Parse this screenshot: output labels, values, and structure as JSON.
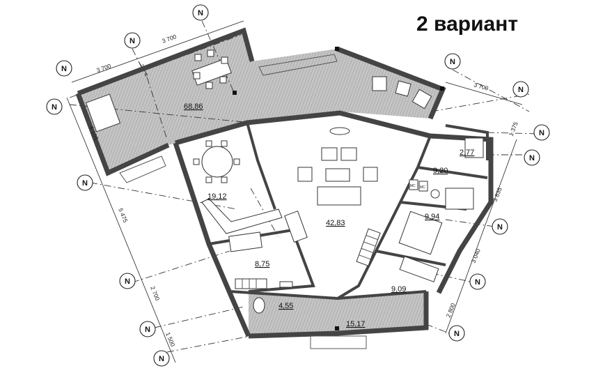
{
  "title": "2 вариант",
  "axis_marker": "N",
  "rooms": [
    {
      "area": "68,86"
    },
    {
      "area": "19,12"
    },
    {
      "area": "42,83"
    },
    {
      "area": "8,75"
    },
    {
      "area": "4,55"
    },
    {
      "area": "15,17"
    },
    {
      "area": "2,77"
    },
    {
      "area": "9,20"
    },
    {
      "area": "9,94"
    },
    {
      "area": "9,09"
    }
  ],
  "dimensions": [
    {
      "value": "3 700"
    },
    {
      "value": "3 700"
    },
    {
      "value": "3 700"
    },
    {
      "value": "4 105"
    },
    {
      "value": "5 475"
    },
    {
      "value": "2 700"
    },
    {
      "value": "1 500"
    },
    {
      "value": "1 375"
    },
    {
      "value": "3 835"
    },
    {
      "value": "3 040"
    },
    {
      "value": "2 800"
    }
  ],
  "appliance_labels": {
    "washer_1": "MC",
    "washer_2": "MC"
  },
  "colors": {
    "floor_hatch": "#b9b9b9",
    "wall": "#444444",
    "background": "#ffffff"
  }
}
